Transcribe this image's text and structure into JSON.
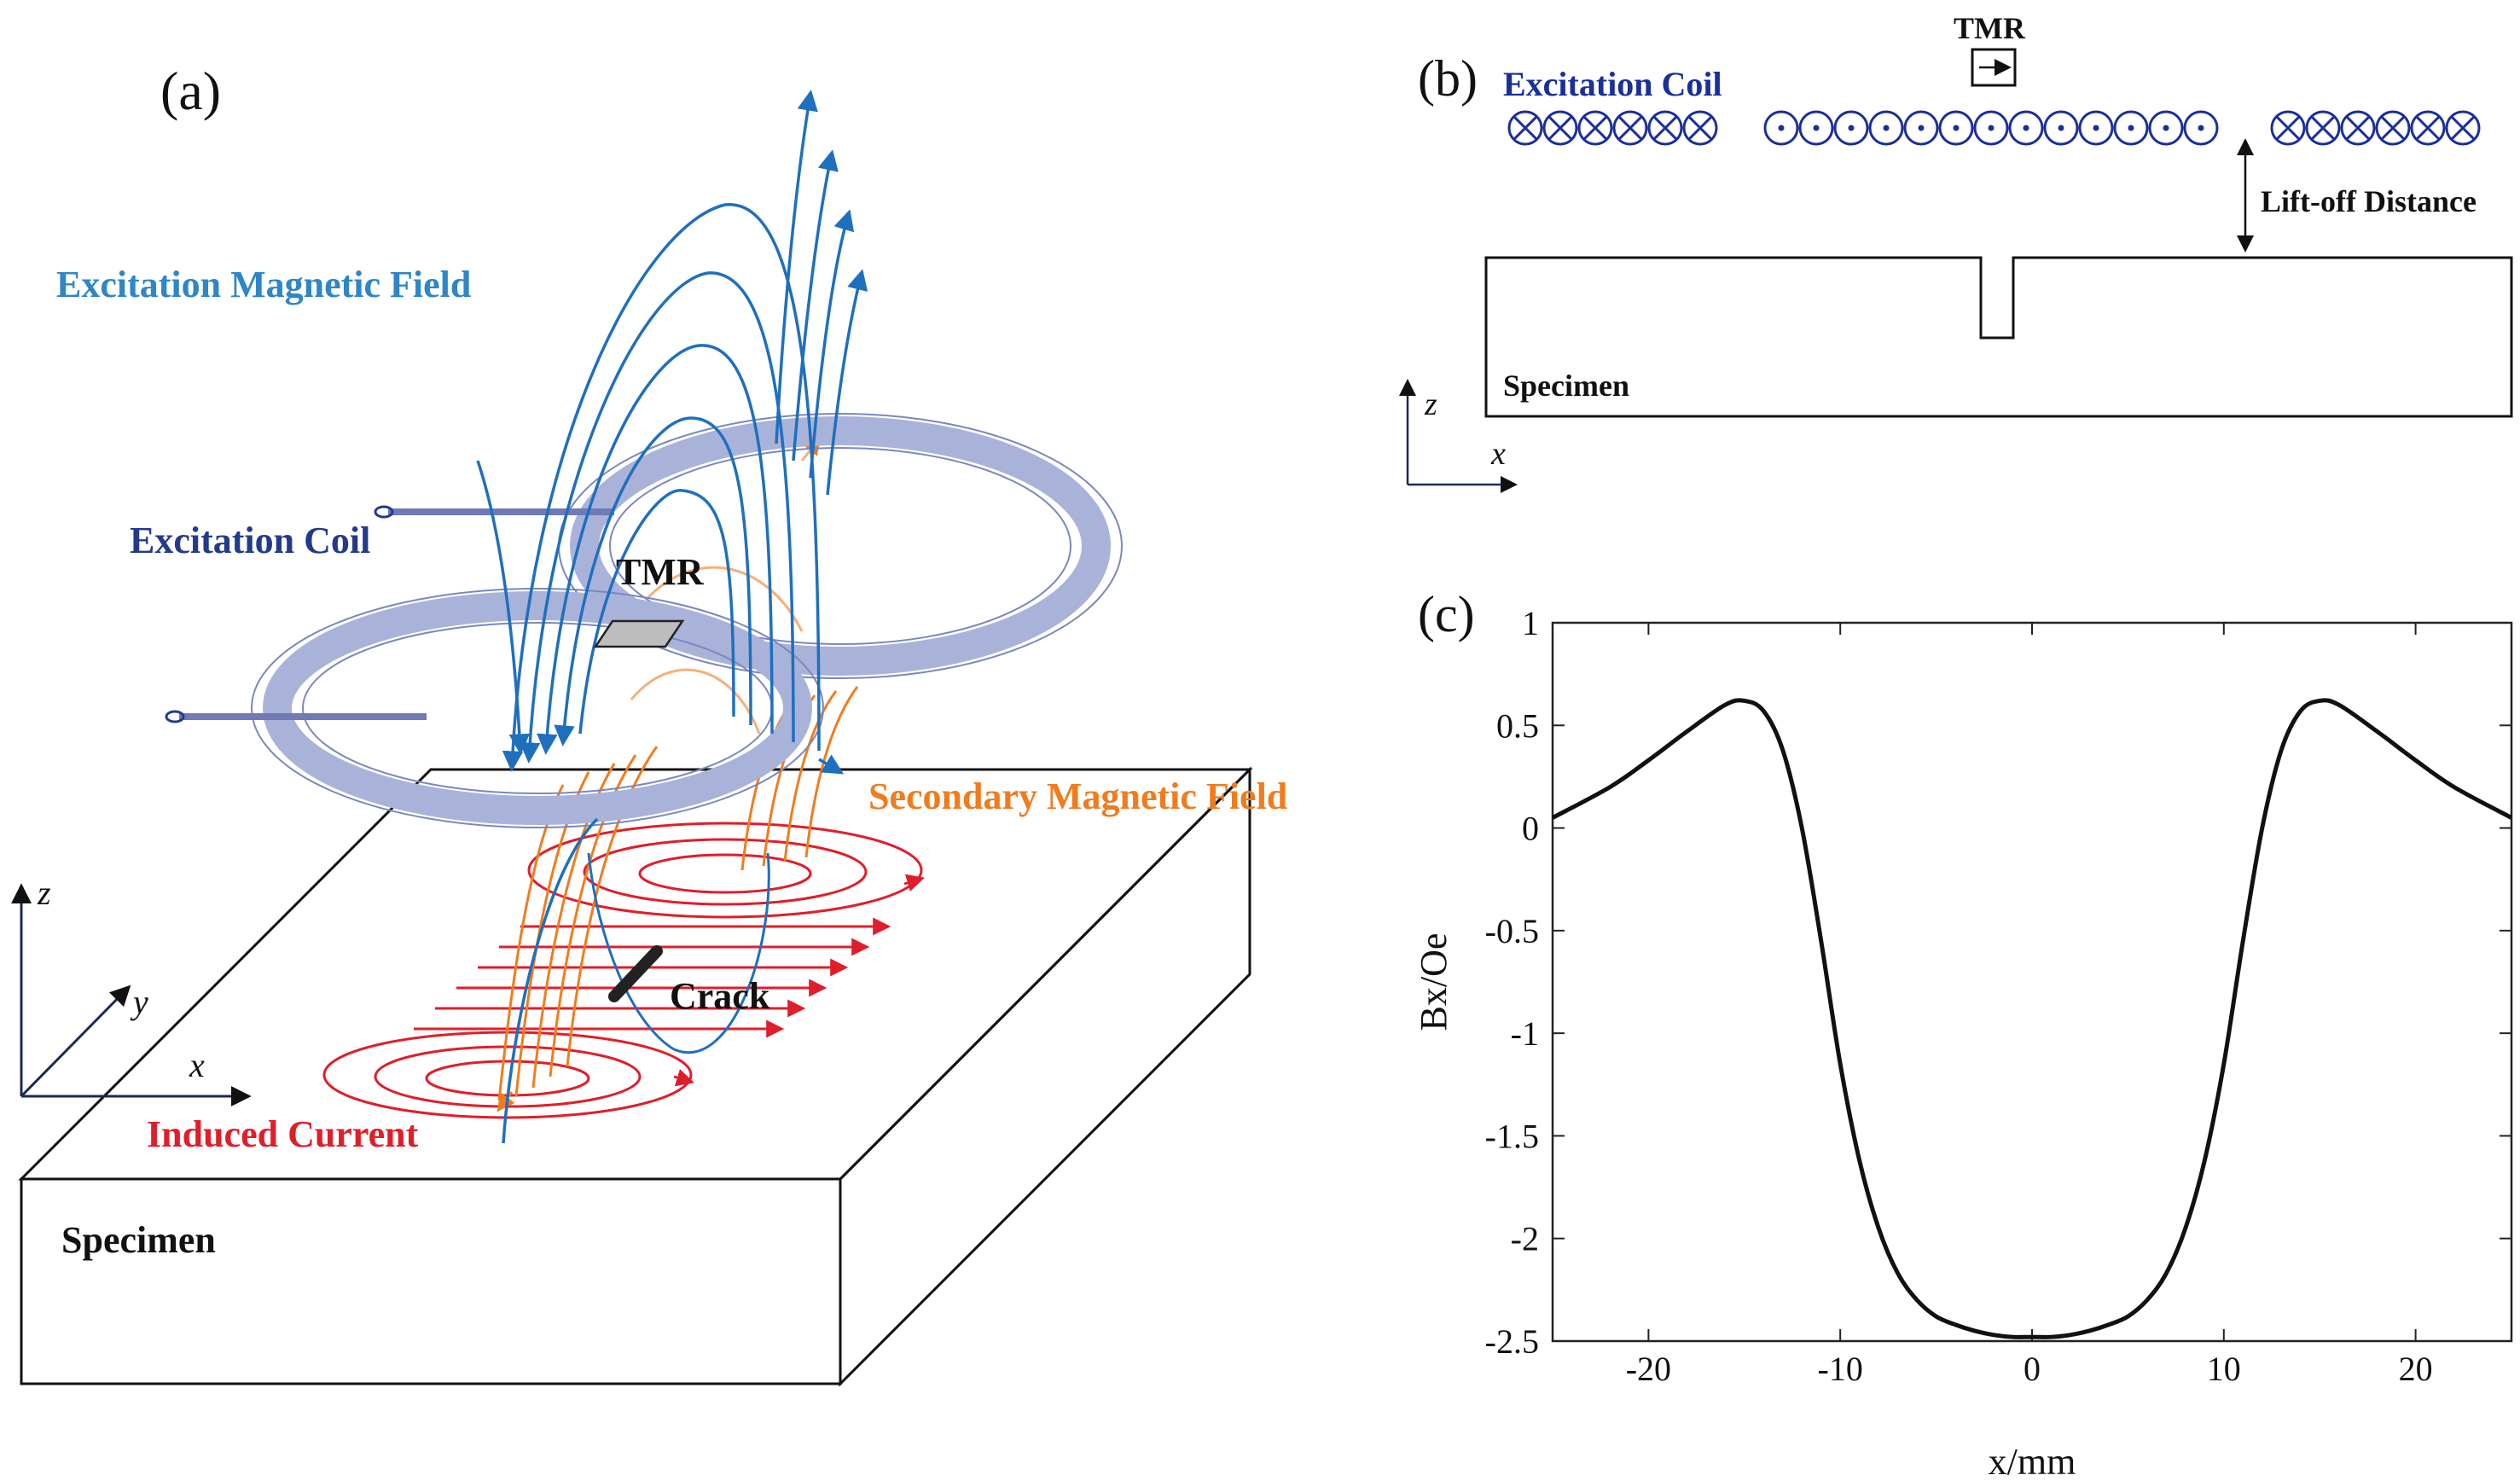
{
  "colors": {
    "excitation_field": "#1f6fbf",
    "excitation_label": "#2e86c8",
    "coil_label": "#233a8c",
    "coil_fill": "#a9b3d9",
    "secondary": "#f07c1e",
    "induced": "#e01e2a",
    "black": "#111111",
    "coil_symbol": "#1b2f9a"
  },
  "panel_a": {
    "tag": "(a)",
    "excitation_field_label": "Excitation Magnetic Field",
    "excitation_coil_label": "Excitation Coil",
    "tmr_label": "TMR",
    "secondary_field_label": "Secondary Magnetic Field",
    "crack_label": "Crack",
    "induced_current_label": "Induced Current",
    "specimen_label": "Specimen",
    "axis_z": "z",
    "axis_y": "y",
    "axis_x": "x"
  },
  "panel_b": {
    "tag": "(b)",
    "excitation_coil_label": "Excitation Coil",
    "tmr_label": "TMR",
    "liftoff_label": "Lift-off Distance",
    "specimen_label": "Specimen",
    "axis_z": "z",
    "axis_x": "x",
    "left_symbols": [
      "⊗",
      "⊗",
      "⊗",
      "⊗",
      "⊗",
      "⊗"
    ],
    "mid_symbols": [
      "⊙",
      "⊙",
      "⊙",
      "⊙",
      "⊙",
      "⊙",
      "⊙",
      "⊙",
      "⊙",
      "⊙",
      "⊙",
      "⊙",
      "⊙"
    ],
    "right_symbols": [
      "⊗",
      "⊗",
      "⊗",
      "⊗",
      "⊗",
      "⊗"
    ]
  },
  "panel_c": {
    "tag": "(c)"
  },
  "chart_data": {
    "type": "line",
    "title": "",
    "xlabel": "x/mm",
    "ylabel": "Bx/Oe",
    "xlim": [
      -25,
      25
    ],
    "ylim": [
      -2.5,
      1
    ],
    "xticks": [
      -20,
      -10,
      0,
      10,
      20
    ],
    "xtick_labels": [
      "-20",
      "-10",
      "0",
      "10",
      "20"
    ],
    "yticks": [
      1,
      0.5,
      0,
      -0.5,
      -1,
      -1.5,
      -2,
      -2.5
    ],
    "ytick_labels": [
      "1",
      "0.5",
      "0",
      "-0.5",
      "-1",
      "-1.5",
      "-2",
      "-2.5"
    ],
    "grid": false,
    "series": [
      {
        "name": "",
        "x": [
          -25,
          -22,
          -20,
          -18,
          -16,
          -15,
          -14,
          -13,
          -12,
          -11,
          -10,
          -9,
          -8,
          -7,
          -6,
          -5,
          -4,
          -3,
          -2,
          -1,
          0,
          1,
          2,
          3,
          4,
          5,
          6,
          7,
          8,
          9,
          10,
          11,
          12,
          13,
          14,
          15,
          16,
          18,
          20,
          22,
          25
        ],
        "y": [
          0.05,
          0.2,
          0.33,
          0.47,
          0.6,
          0.62,
          0.57,
          0.38,
          0.0,
          -0.55,
          -1.15,
          -1.62,
          -1.95,
          -2.17,
          -2.3,
          -2.38,
          -2.42,
          -2.45,
          -2.47,
          -2.48,
          -2.48,
          -2.48,
          -2.47,
          -2.45,
          -2.42,
          -2.38,
          -2.3,
          -2.17,
          -1.95,
          -1.62,
          -1.15,
          -0.55,
          0.0,
          0.38,
          0.57,
          0.62,
          0.6,
          0.47,
          0.33,
          0.2,
          0.05
        ]
      }
    ]
  }
}
